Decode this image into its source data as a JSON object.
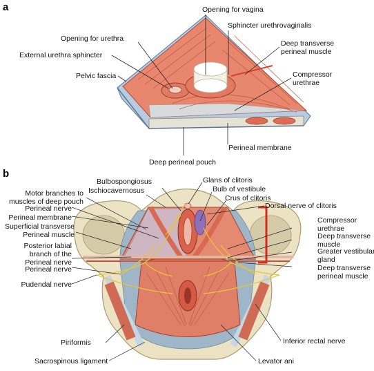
{
  "panel_a": {
    "letter": "a",
    "labels": {
      "opening_vagina": "Opening for vagina",
      "sphincter_urethrovaginalis": "Sphincter urethrovaginalis",
      "opening_urethra": "Opening for urethra",
      "deep_transverse_1": "Deep transverse",
      "deep_transverse_2": "perineal muscle",
      "external_urethra_sphincter": "External urethra sphincter",
      "pelvic_fascia": "Pelvic fascia",
      "compressor_1": "Compressor",
      "compressor_2": "urethrae",
      "perineal_membrane": "Perineal membrane",
      "deep_perineal_pouch": "Deep perineal pouch"
    }
  },
  "panel_b": {
    "letter": "b",
    "labels": {
      "bulbospongiosus": "Bulbospongiosus",
      "ischiocavernosus": "Ischiocavernosus",
      "glans_clitoris": "Glans of clitoris",
      "bulb_vestibule": "Bulb of vestibule",
      "crus_clitoris": "Crus of clitoris",
      "motor_branches_1": "Motor branches to",
      "motor_branches_2": "muscles of deep pouch",
      "dorsal_nerve": "Dorsal nerve of clitoris",
      "perineal_nerve_top": "Perineal nerve",
      "perineal_membrane": "Perineal membrane",
      "compressor_1": "Compressor",
      "compressor_2": "urethrae",
      "superficial_transverse_1": "Superficial transverse",
      "superficial_transverse_2": "Perineal muscle",
      "deep_transverse_1": "Deep transverse",
      "deep_transverse_2": "muscle",
      "posterior_labial_1": "Posterior labial",
      "posterior_labial_2": "branch of the",
      "posterior_labial_3": "Perineal nerve",
      "greater_vestibular_1": "Greater vestibular",
      "greater_vestibular_2": "gland",
      "perineal_nerve_bottom": "Perineal nerve",
      "deep_transverse_perineal_1": "Deep transverse",
      "deep_transverse_perineal_2": "perineal muscle",
      "pudendal_nerve": "Pudendal nerve",
      "piriformis": "Piriformis",
      "inferior_rectal_nerve": "Inferior rectal nerve",
      "sacrospinous_ligament": "Sacrospinous ligament",
      "levator_ani": "Levator ani"
    }
  }
}
